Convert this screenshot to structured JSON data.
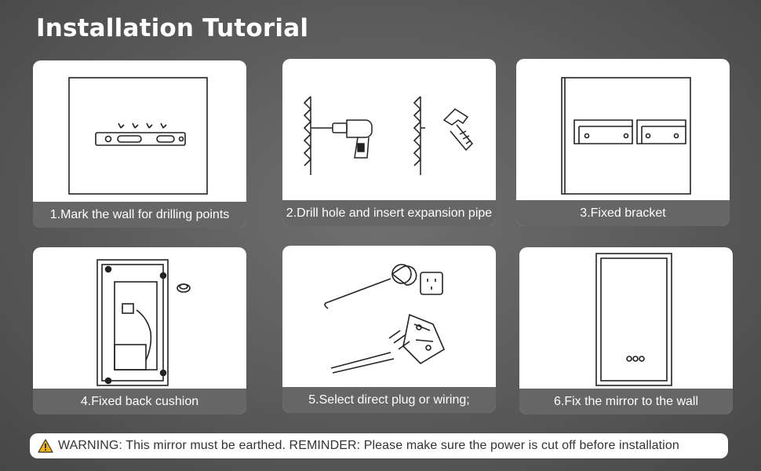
{
  "title": "Installation Tutorial",
  "steps": [
    {
      "caption": "1.Mark the wall for drilling points",
      "icon": "wall-marking-level-icon"
    },
    {
      "caption": "2.Drill hole and insert expansion pipe",
      "icon": "drill-and-hammer-icon"
    },
    {
      "caption": "3.Fixed bracket",
      "icon": "wall-bracket-icon"
    },
    {
      "caption": "4.Fixed back cushion",
      "icon": "mirror-back-cushion-icon"
    },
    {
      "caption": "5.Select direct plug or wiring;",
      "icon": "plug-and-wiring-icon"
    },
    {
      "caption": "6.Fix the mirror to the wall",
      "icon": "mounted-mirror-icon"
    }
  ],
  "warning": {
    "text": "WARNING: This mirror must be earthed. REMINDER: Please make sure the power is cut off before installation",
    "icon": "warning-triangle-icon",
    "icon_color": "#f2b311"
  },
  "colors": {
    "caption_bg": "#666666",
    "card_bg": "#ffffff"
  }
}
